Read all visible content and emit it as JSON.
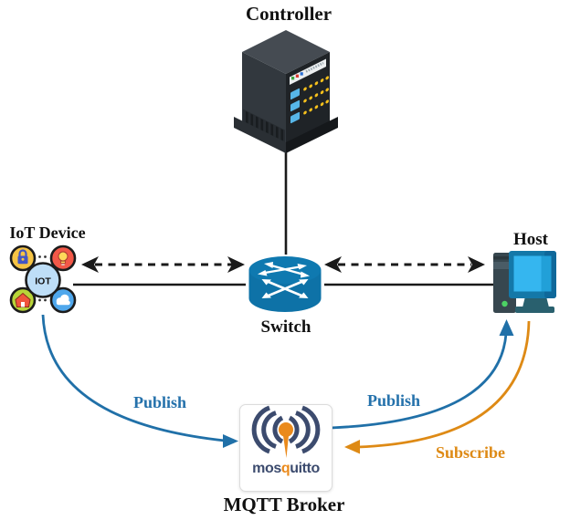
{
  "nodes": {
    "controller": {
      "label": "Controller"
    },
    "iot_device": {
      "label": "IoT Device",
      "center_text": "IOT"
    },
    "host": {
      "label": "Host"
    },
    "switch": {
      "label": "Switch"
    },
    "mqtt_broker": {
      "label": "MQTT Broker",
      "logo_text_pre": "mos",
      "logo_text_q": "q",
      "logo_text_post": "uitto"
    }
  },
  "edges": {
    "publish_left": {
      "label": "Publish"
    },
    "publish_right": {
      "label": "Publish"
    },
    "subscribe": {
      "label": "Subscribe"
    }
  },
  "colors": {
    "publish_blue": "#2070a8",
    "subscribe_orange": "#de8a15",
    "link_black": "#1a1a1a",
    "switch_blue": "#0e72a7",
    "mosquitto_navy": "#3c4b6e",
    "mosquitto_orange": "#ea8a1c"
  }
}
